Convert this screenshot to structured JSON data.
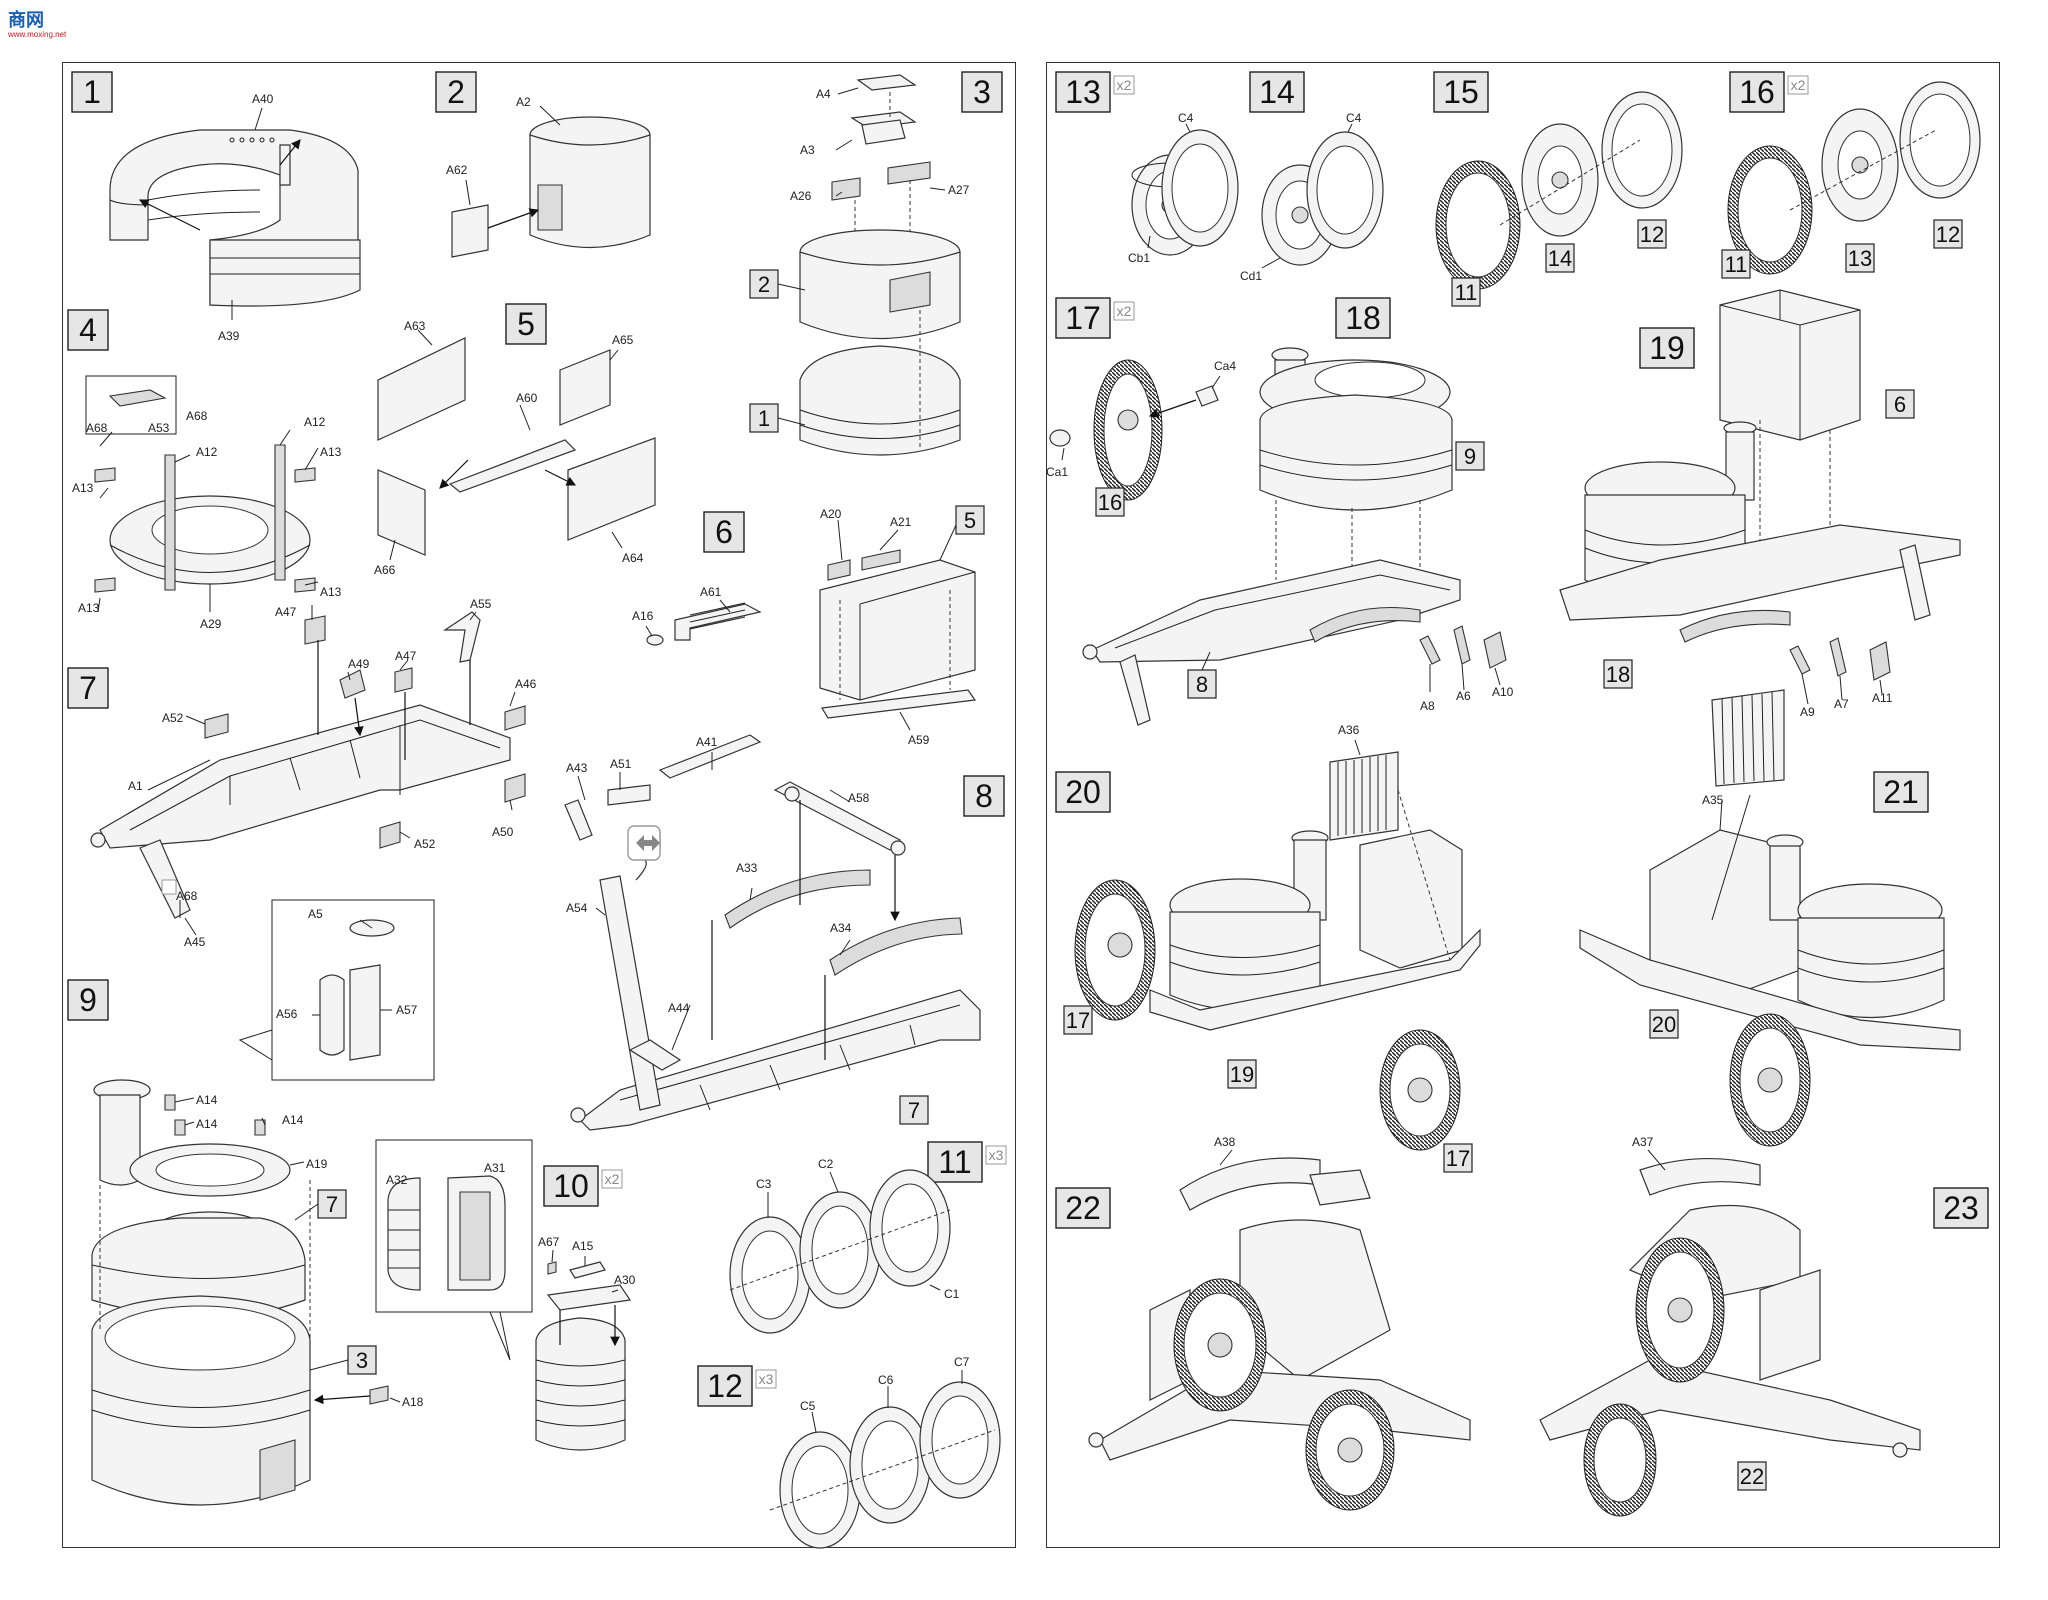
{
  "logo": {
    "text": "商网",
    "subtext": "www.moxing.net"
  },
  "steps": [
    {
      "num": "1"
    },
    {
      "num": "2"
    },
    {
      "num": "3"
    },
    {
      "num": "4"
    },
    {
      "num": "5"
    },
    {
      "num": "6"
    },
    {
      "num": "7"
    },
    {
      "num": "8"
    },
    {
      "num": "9"
    },
    {
      "num": "10",
      "mult": "x2"
    },
    {
      "num": "11",
      "mult": "x3"
    },
    {
      "num": "12",
      "mult": "x3"
    },
    {
      "num": "13",
      "mult": "x2"
    },
    {
      "num": "14"
    },
    {
      "num": "15"
    },
    {
      "num": "16",
      "mult": "x2"
    },
    {
      "num": "17",
      "mult": "x2"
    },
    {
      "num": "18"
    },
    {
      "num": "19"
    },
    {
      "num": "20"
    },
    {
      "num": "21"
    },
    {
      "num": "22"
    },
    {
      "num": "23"
    }
  ],
  "refs": {
    "r2": "2",
    "r1": "1",
    "r5": "5",
    "r7a": "7",
    "r7b": "7",
    "r3": "3",
    "r12a": "12",
    "r14": "14",
    "r11a": "11",
    "r12b": "12",
    "r13": "13",
    "r11b": "11",
    "r9": "9",
    "r16": "16",
    "r8": "8",
    "r6": "6",
    "r18": "18",
    "r17a": "17",
    "r19": "19",
    "r17b": "17",
    "r20": "20",
    "r22": "22"
  },
  "labels": {
    "A40": "A40",
    "A39": "A39",
    "A62": "A62",
    "A2": "A2",
    "A4": "A4",
    "A3": "A3",
    "A26": "A26",
    "A27": "A27",
    "A68a": "A68",
    "A53": "A53",
    "A68b": "A68",
    "A12a": "A12",
    "A12b": "A12",
    "A13a": "A13",
    "A13b": "A13",
    "A13c": "A13",
    "A13d": "A13",
    "A29": "A29",
    "A63": "A63",
    "A65": "A65",
    "A60": "A60",
    "A66": "A66",
    "A64": "A64",
    "A20": "A20",
    "A21": "A21",
    "A61": "A61",
    "A16": "A16",
    "A59": "A59",
    "A47a": "A47",
    "A47b": "A47",
    "A49": "A49",
    "A55": "A55",
    "A46": "A46",
    "A52a": "A52",
    "A1": "A1",
    "A52b": "A52",
    "A50": "A50",
    "A68c": "A68",
    "A45": "A45",
    "A43": "A43",
    "A51": "A51",
    "A41": "A41",
    "A58": "A58",
    "A33": "A33",
    "A54": "A54",
    "A34": "A34",
    "A44": "A44",
    "A5": "A5",
    "A56": "A56",
    "A57": "A57",
    "A14a": "A14",
    "A14b": "A14",
    "A14c": "A14",
    "A19": "A19",
    "A18": "A18",
    "A32": "A32",
    "A31": "A31",
    "A67": "A67",
    "A15": "A15",
    "A30": "A30",
    "C3": "C3",
    "C2": "C2",
    "C1": "C1",
    "C5": "C5",
    "C6": "C6",
    "C7": "C7",
    "C4a": "C4",
    "Cb1": "Cb1",
    "C4b": "C4",
    "Cd1": "Cd1",
    "Ca4": "Ca4",
    "Ca1": "Ca1",
    "A8": "A8",
    "A6": "A6",
    "A10": "A10",
    "A9": "A9",
    "A7": "A7",
    "A11": "A11",
    "A36": "A36",
    "A35": "A35",
    "A38": "A38",
    "A37": "A37"
  }
}
